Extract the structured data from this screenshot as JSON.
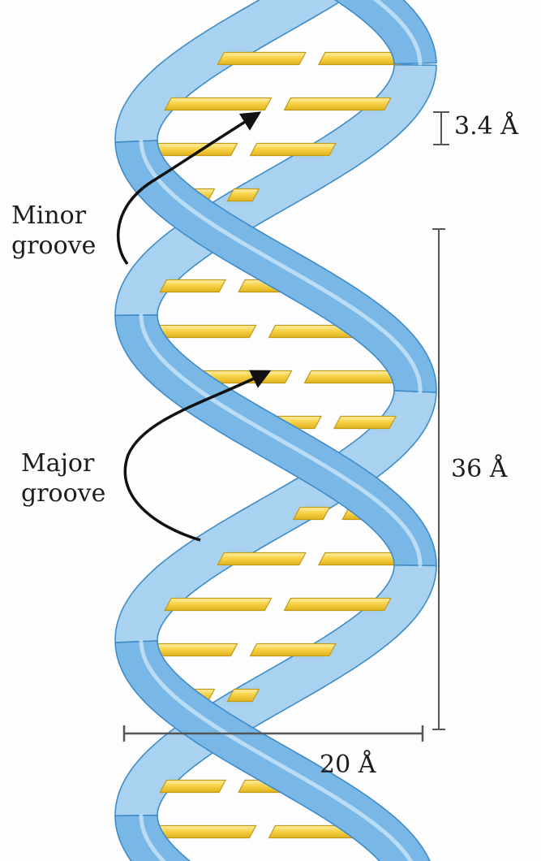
{
  "labels": {
    "minor_groove": [
      "Minor",
      "groove"
    ],
    "major_groove": [
      "Major",
      "groove"
    ],
    "rise_per_base": "3.4 Å",
    "helical_pitch": "36 Å",
    "helix_diameter": "20 Å"
  },
  "colors": {
    "backbone_front": "#79b8e6",
    "backbone_back": "#a8d2f0",
    "backbone_edge": "#3f8cc8",
    "base_fill": "#f3cc3a",
    "base_highlight": "#fcefa8",
    "base_edge": "#c39a14",
    "arrow": "#111111",
    "dimension_line": "#555555"
  }
}
